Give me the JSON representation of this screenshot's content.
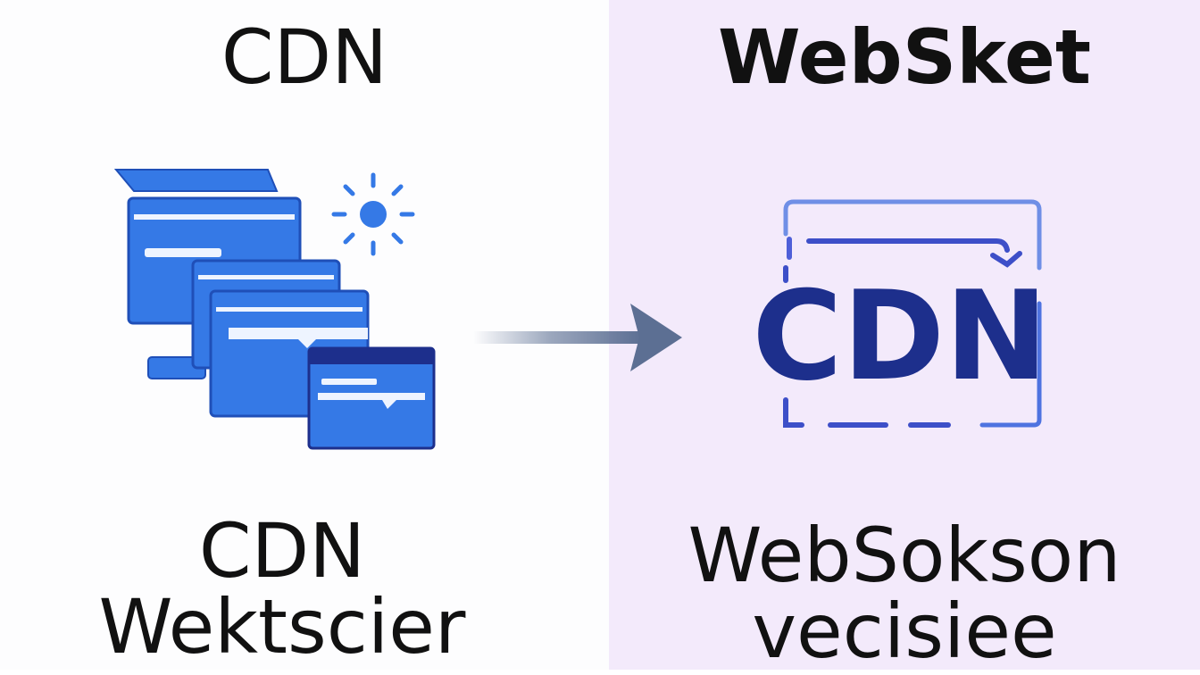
{
  "left": {
    "title": "CDN",
    "caption_line1": "CDN",
    "caption_line2": "Wektscier"
  },
  "right": {
    "title": "WebSket",
    "logo_text": "CDN",
    "caption_line1": "WebSokson",
    "caption_line2": "vecisiee"
  },
  "colors": {
    "accent_blue": "#3579e6",
    "dark_navy": "#1d2f8c",
    "arrow": "#5c6f93",
    "right_bg": "#f3eafb"
  },
  "icons": [
    "cdn-servers-icon",
    "sun-icon",
    "arrow-right-icon",
    "cdn-logo-icon"
  ]
}
